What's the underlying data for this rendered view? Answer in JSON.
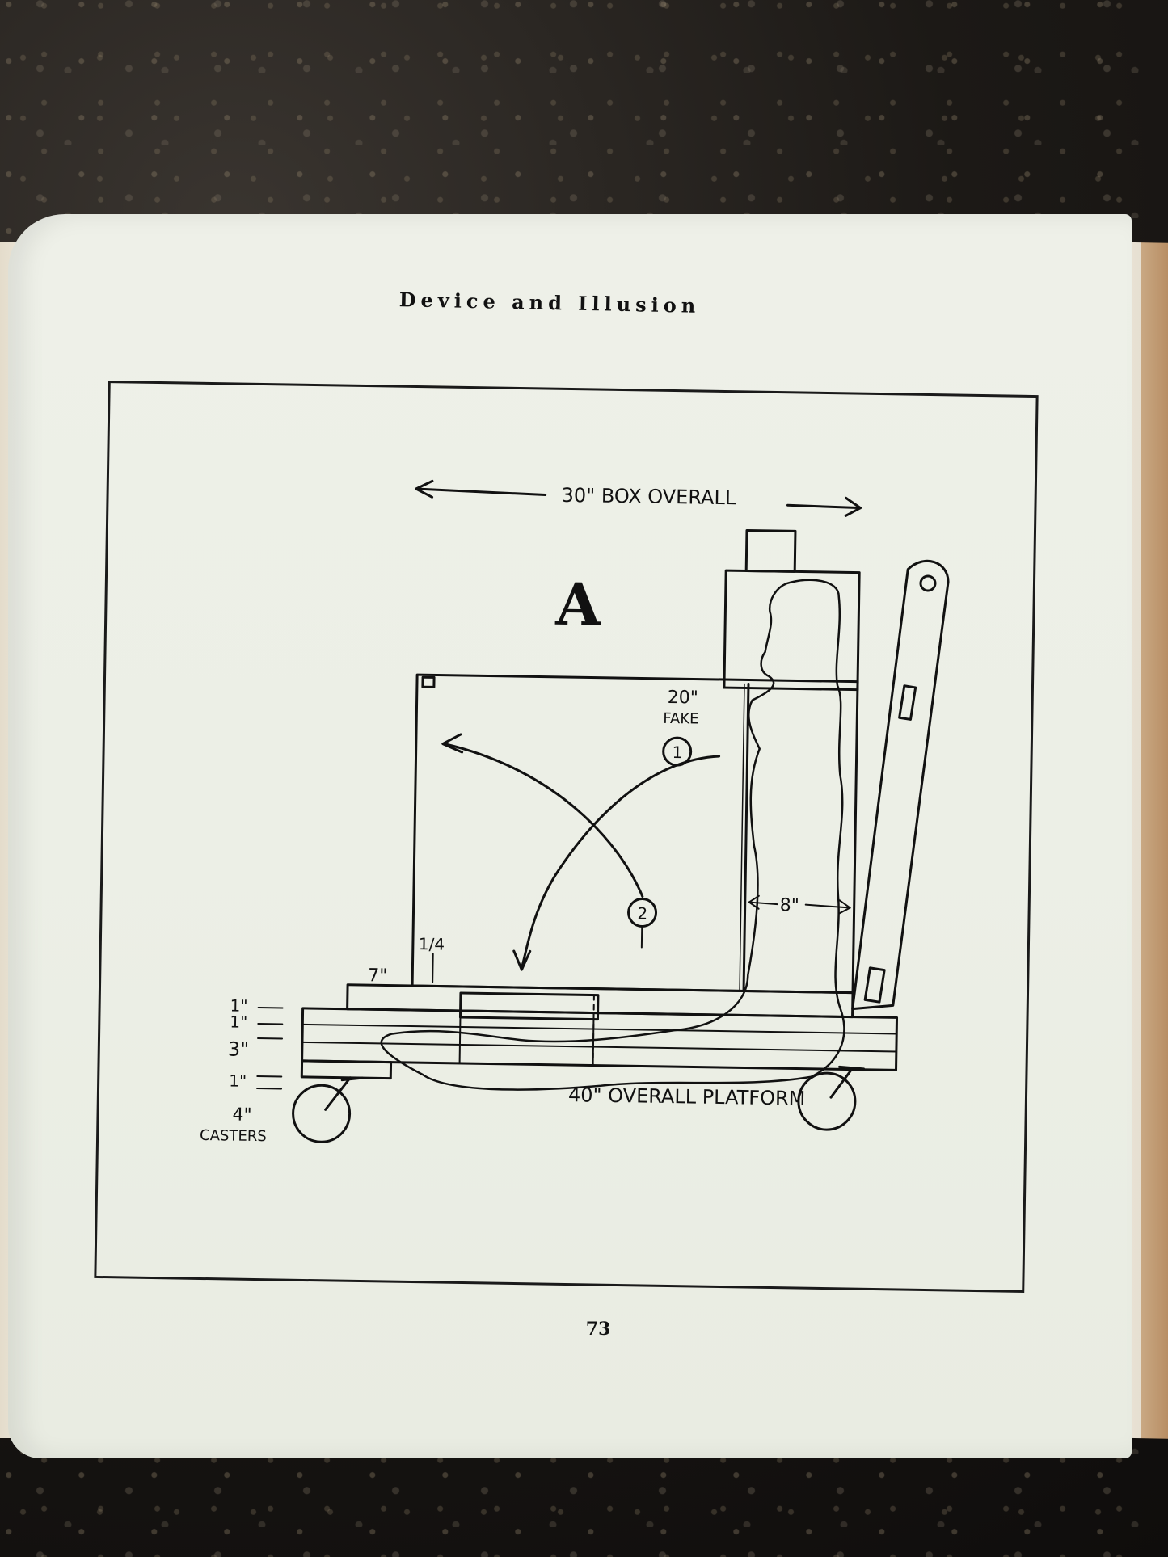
{
  "page": {
    "header": "Device and Illusion",
    "page_number": "73"
  },
  "diagram": {
    "panel_letter": "A",
    "labels": {
      "box_overall": "30\" BOX OVERALL",
      "fake_size": "20\"",
      "fake_text": "FAKE",
      "step_1": "1",
      "step_2": "2",
      "gap": "8\"",
      "quarter": "1/4",
      "seven": "7\"",
      "platform_overall": "40\" OVERALL PLATFORM",
      "dim_1a": "1\"",
      "dim_1b": "1\"",
      "dim_3": "3\"",
      "dim_1c": "1\"",
      "casters_size": "4\"",
      "casters_text": "CASTERS"
    }
  }
}
